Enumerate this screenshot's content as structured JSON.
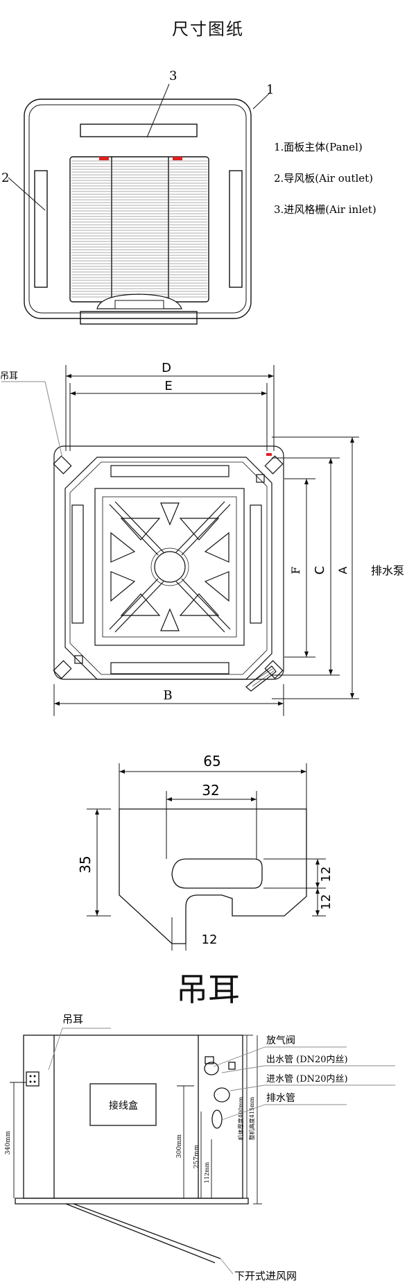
{
  "page_title": "尺寸图纸",
  "panel": {
    "callouts": [
      "1",
      "2",
      "3"
    ],
    "legend": [
      "1.面板主体(Panel)",
      "2.导风板(Air outlet)",
      "3.进风格栅(Air inlet)"
    ]
  },
  "bottom_view": {
    "dims": {
      "D": "D",
      "E": "E",
      "B": "B",
      "F": "F",
      "C": "C",
      "A": "A"
    },
    "hanger_label": "吊耳",
    "pump_label": "排水泵"
  },
  "bracket": {
    "dim_65": "65",
    "dim_32": "32",
    "dim_35": "35",
    "dim_12_a": "12",
    "dim_12_b": "12",
    "dim_12_c": "12",
    "caption": "吊耳"
  },
  "side_view": {
    "hanger_label": "吊耳",
    "junction_box": "接线盒",
    "air_vent": "放气阀",
    "water_out": "出水管 (DN20内丝)",
    "water_in": "进水管 (DN20内丝)",
    "drain": "排水管",
    "return_grille": "下开式进风网",
    "dim_340": "340mm",
    "dim_300": "300mm",
    "dim_257": "257mm",
    "dim_112": "112mm",
    "body_height": "机体厚度400mm",
    "total_height": "整机高度415mm"
  },
  "colors": {
    "line": "#111111",
    "accent": "#e02020",
    "leader": "#888888"
  }
}
